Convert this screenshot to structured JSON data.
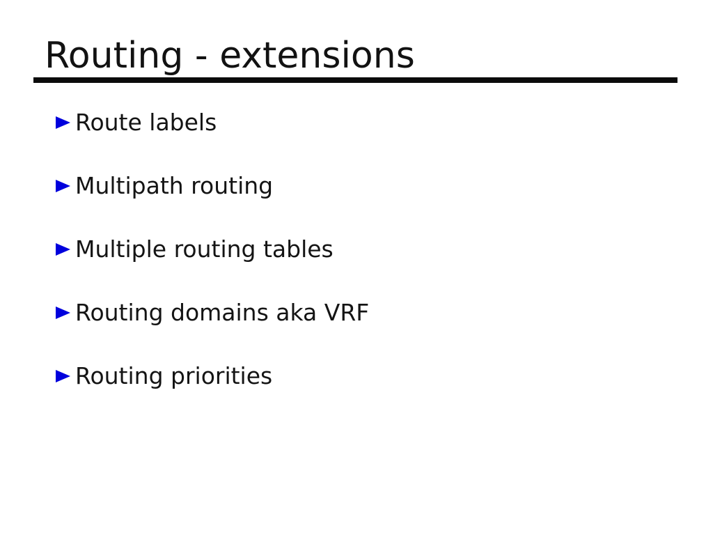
{
  "slide": {
    "title": "Routing - extensions",
    "bullets": [
      {
        "label": "Route labels"
      },
      {
        "label": "Multipath routing"
      },
      {
        "label": "Multiple routing tables"
      },
      {
        "label": "Routing domains aka VRF"
      },
      {
        "label": "Routing priorities"
      }
    ],
    "colors": {
      "background": "#ffffff",
      "title_text": "#121212",
      "body_text": "#141414",
      "title_rule": "#0b0b0b",
      "bullet_accent": "#0000dd"
    }
  }
}
